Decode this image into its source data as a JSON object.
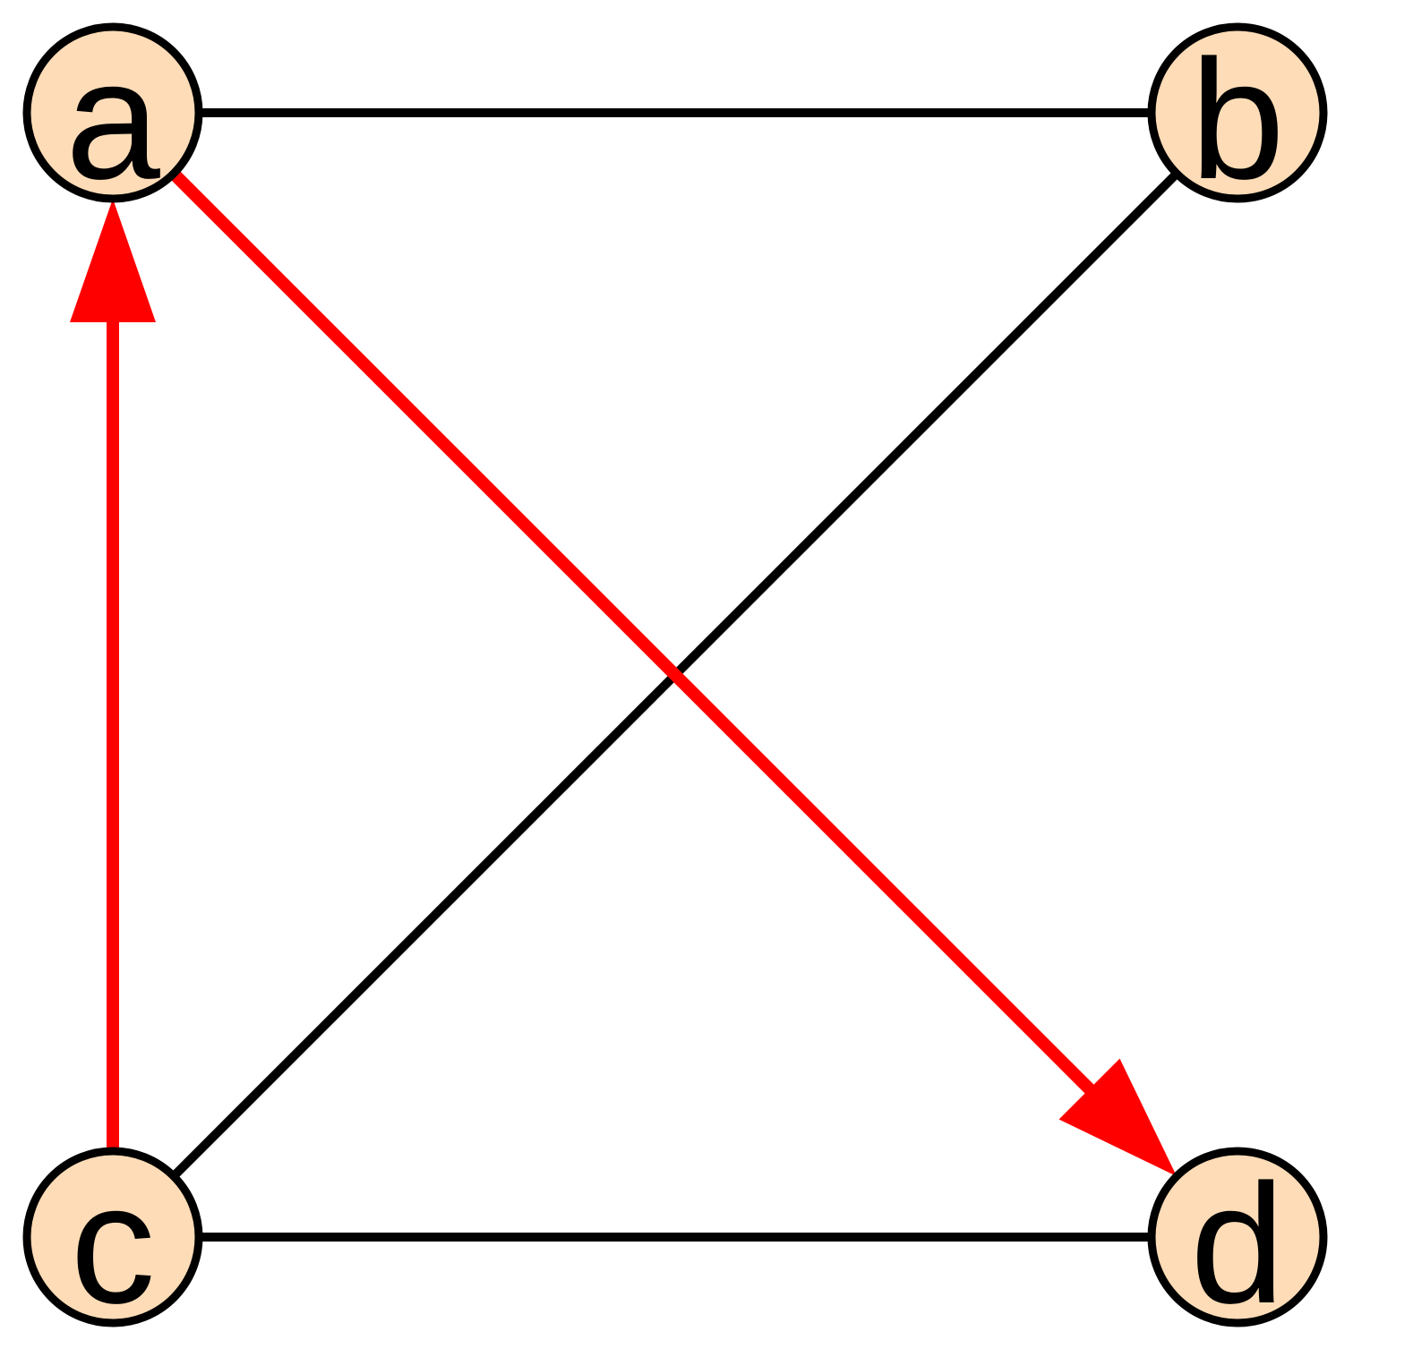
{
  "colors": {
    "node_fill": "#fddcb7",
    "node_stroke": "#000000",
    "edge_plain": "#000000",
    "edge_highlight": "#ff0000",
    "background": "#ffffff"
  },
  "nodes": [
    {
      "id": "a",
      "label": "a"
    },
    {
      "id": "b",
      "label": "b"
    },
    {
      "id": "c",
      "label": "c"
    },
    {
      "id": "d",
      "label": "d"
    }
  ],
  "edges": [
    {
      "from": "a",
      "to": "b",
      "directed": false,
      "highlight": false
    },
    {
      "from": "b",
      "to": "c",
      "directed": false,
      "highlight": false
    },
    {
      "from": "c",
      "to": "d",
      "directed": false,
      "highlight": false
    },
    {
      "from": "c",
      "to": "a",
      "directed": true,
      "highlight": true
    },
    {
      "from": "a",
      "to": "d",
      "directed": true,
      "highlight": true
    }
  ]
}
